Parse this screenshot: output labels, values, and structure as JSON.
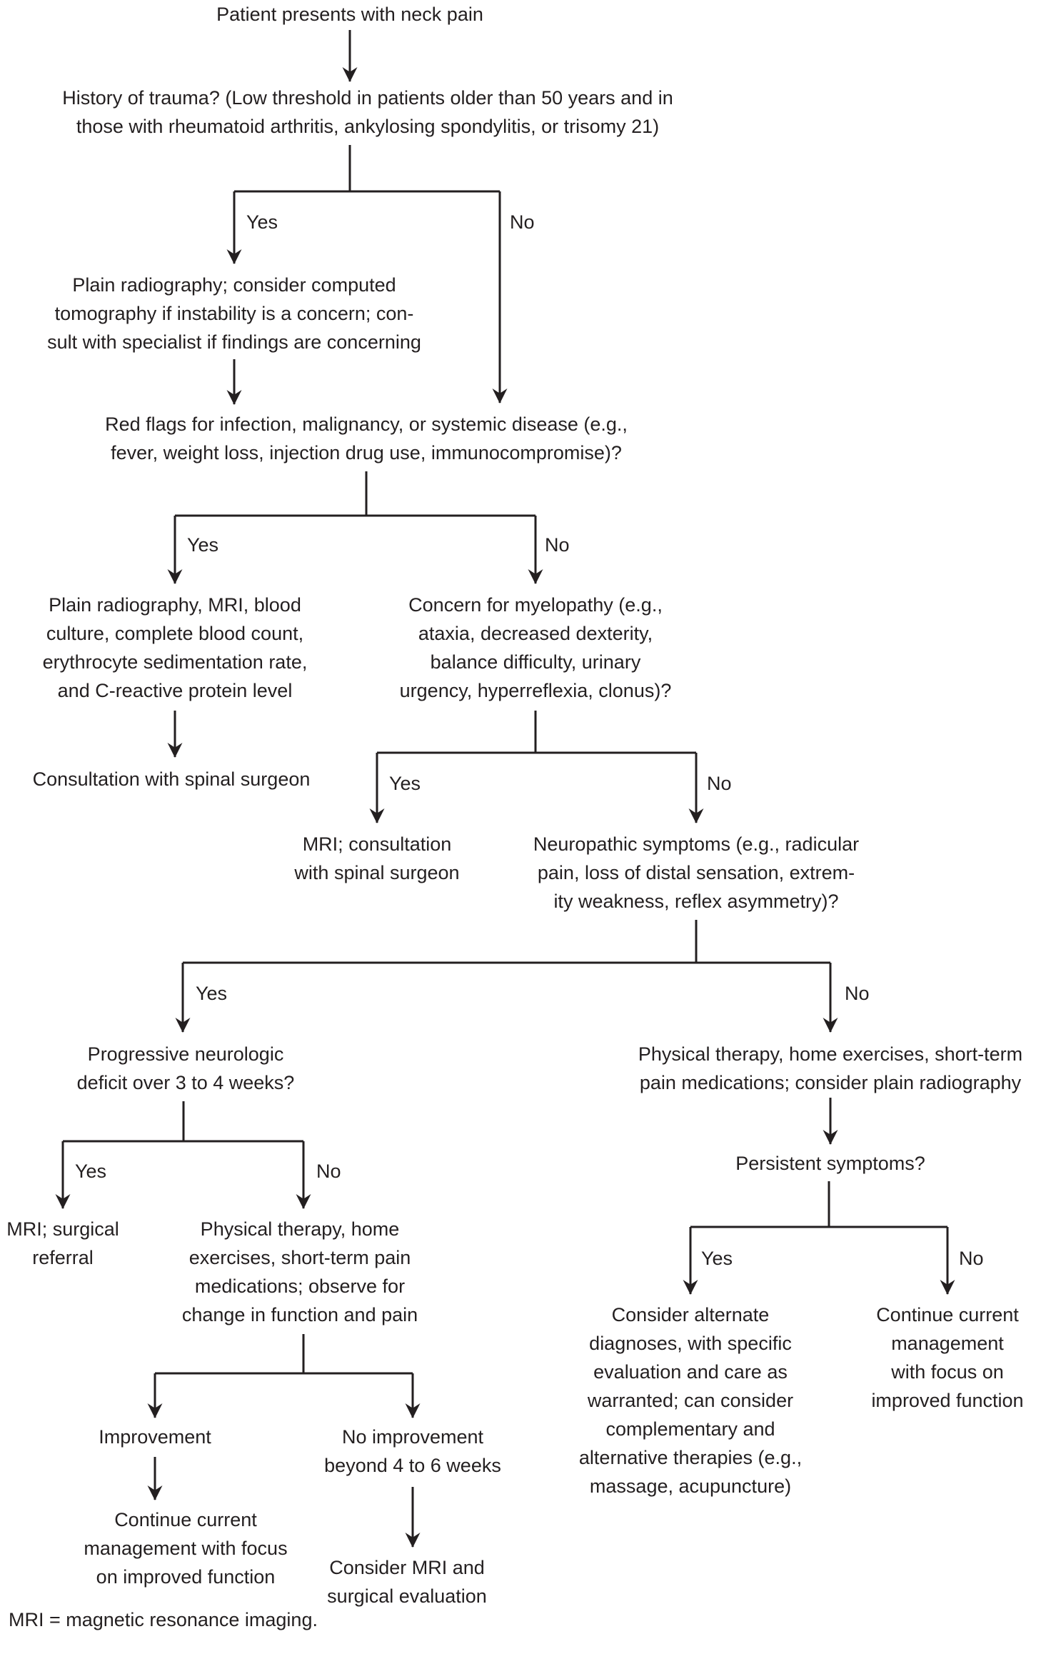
{
  "flow": {
    "colors": {
      "background": "#ffffff",
      "text": "#231f20",
      "line": "#231f20"
    },
    "nodes": {
      "start": "Patient presents with neck pain",
      "q_trauma": [
        "History of trauma? (Low threshold in patients older than 50 years and in",
        "those with rheumatoid arthritis, ankylosing spondylitis, or trisomy 21)"
      ],
      "plain_radiography": [
        "Plain radiography; consider computed",
        "tomography if instability is a concern; con-",
        "sult with specialist if findings are concerning"
      ],
      "q_red_flags": [
        "Red flags for infection, malignancy, or systemic disease (e.g.,",
        "fever, weight loss, injection drug use, immunocompromise)?"
      ],
      "infection_workup": [
        "Plain radiography, MRI, blood",
        "culture, complete blood count,",
        "erythrocyte sedimentation rate,",
        "and C-reactive protein level"
      ],
      "consult_spinal_surgeon": "Consultation with spinal surgeon",
      "q_myelopathy": [
        "Concern for myelopathy (e.g.,",
        "ataxia, decreased dexterity,",
        "balance difficulty, urinary",
        "urgency, hyperreflexia, clonus)?"
      ],
      "mri_consult": [
        "MRI; consultation",
        "with spinal surgeon"
      ],
      "q_neuropathic": [
        "Neuropathic symptoms (e.g., radicular",
        "pain, loss of distal sensation, extrem-",
        "ity weakness, reflex asymmetry)?"
      ],
      "q_progressive": [
        "Progressive neurologic",
        "deficit over 3 to 4 weeks?"
      ],
      "pt_radiography": [
        "Physical therapy, home exercises, short-term",
        "pain medications; consider plain radiography"
      ],
      "mri_surgical_referral": [
        "MRI; surgical",
        "referral"
      ],
      "pt_observe": [
        "Physical therapy, home",
        "exercises, short-term pain",
        "medications; observe for",
        "change in function and pain"
      ],
      "q_persistent": "Persistent symptoms?",
      "improvement": "Improvement",
      "no_improvement": [
        "No improvement",
        "beyond 4 to 6 weeks"
      ],
      "continue_management_left": [
        "Continue current",
        "management with focus",
        "on improved function"
      ],
      "consider_mri_surgical": [
        "Consider MRI and",
        "surgical evaluation"
      ],
      "alternate_diagnoses": [
        "Consider alternate",
        "diagnoses, with specific",
        "evaluation and care as",
        "warranted; can consider",
        "complementary and",
        "alternative therapies (e.g.,",
        "massage, acupuncture)"
      ],
      "continue_management_right": [
        "Continue current",
        "management",
        "with focus on",
        "improved function"
      ]
    },
    "branches": {
      "trauma": {
        "yes": "Yes",
        "no": "No"
      },
      "red_flags": {
        "yes": "Yes",
        "no": "No"
      },
      "myelopathy": {
        "yes": "Yes",
        "no": "No"
      },
      "neuropathic": {
        "yes": "Yes",
        "no": "No"
      },
      "progressive": {
        "yes": "Yes",
        "no": "No"
      },
      "persistent": {
        "yes": "Yes",
        "no": "No"
      }
    },
    "footnote": "MRI = magnetic resonance imaging."
  }
}
